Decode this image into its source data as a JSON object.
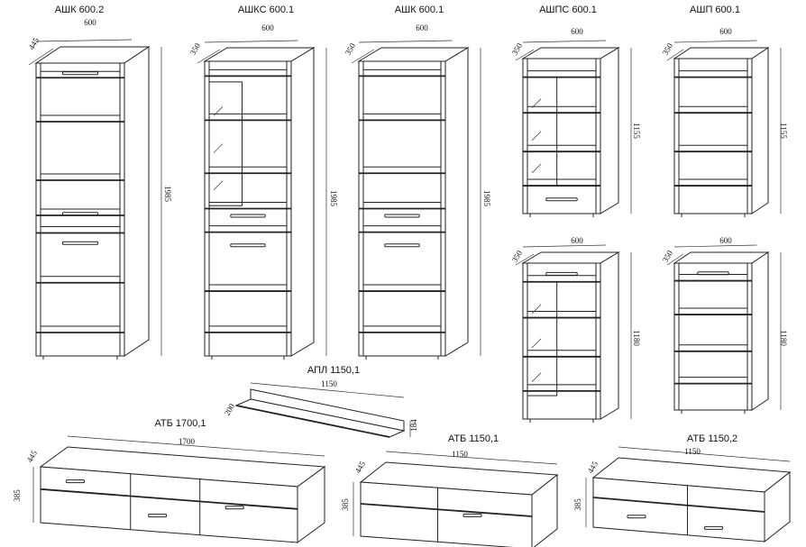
{
  "items": [
    {
      "title": "АШК 600.2",
      "width": "600",
      "depth": "445",
      "height": "1985"
    },
    {
      "title": "АШКС 600.1",
      "width": "600",
      "depth": "350",
      "height": "1985"
    },
    {
      "title": "АШК 600.1",
      "width": "600",
      "depth": "350",
      "height": "1985"
    },
    {
      "title": "АШПС 600.1",
      "width": "600",
      "depth": "350",
      "height": "1155"
    },
    {
      "title": "АШП 600.1",
      "width": "600",
      "depth": "350",
      "height": "1155"
    },
    {
      "title": "",
      "width": "600",
      "depth": "350",
      "height": "1180"
    },
    {
      "title": "",
      "width": "600",
      "depth": "350",
      "height": "1180"
    },
    {
      "title": "АПЛ 1150,1",
      "width": "1150",
      "depth": "200",
      "height": "184"
    },
    {
      "title": "АТБ 1700,1",
      "width": "1700",
      "depth": "445",
      "height": "385"
    },
    {
      "title": "АТБ 1150,1",
      "width": "1150",
      "depth": "445",
      "height": "385"
    },
    {
      "title": "АТБ 1150,2",
      "width": "1150",
      "depth": "445",
      "height": "385"
    }
  ]
}
